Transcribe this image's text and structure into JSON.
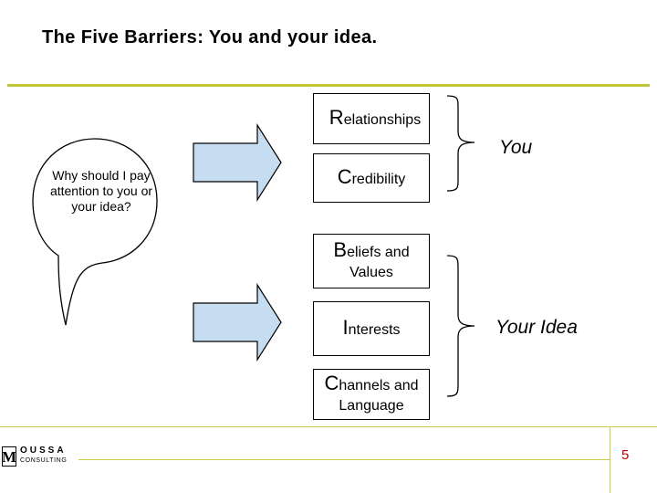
{
  "slide": {
    "title": "The Five Barriers: You and your idea.",
    "page_number": "5",
    "accent_color": "#bfc735",
    "page_number_color": "#c00000"
  },
  "bubble": {
    "text": "Why should I pay attention to you or your idea?"
  },
  "arrow": {
    "fill": "#c6dcf0"
  },
  "barriers": [
    {
      "initial": "R",
      "rest": "elationships",
      "line2": ""
    },
    {
      "initial": "C",
      "rest": "redibility",
      "line2": ""
    },
    {
      "initial": "B",
      "rest": "eliefs and",
      "line2": "Values"
    },
    {
      "initial": "I",
      "rest": "nterests",
      "line2": ""
    },
    {
      "initial": "C",
      "rest": "hannels and",
      "line2": "Language"
    }
  ],
  "groups": {
    "you": "You",
    "your_idea": "Your Idea"
  },
  "logo": {
    "mark": "M",
    "name": "OUSSA",
    "sub": "CONSULTING"
  }
}
